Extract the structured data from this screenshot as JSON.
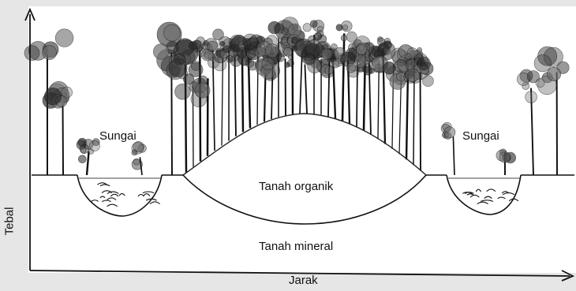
{
  "labels": {
    "river_left": "Sungai",
    "river_right": "Sungai",
    "organic_soil": "Tanah organik",
    "mineral_soil": "Tanah mineral",
    "x_axis": "Jarak",
    "y_axis": "Tebal"
  },
  "colors": {
    "background": "#e6e6e6",
    "panel": "#ffffff",
    "ink": "#111111",
    "foliage_dark": "#2a2a2a",
    "foliage_light": "#6b6b6b"
  }
}
